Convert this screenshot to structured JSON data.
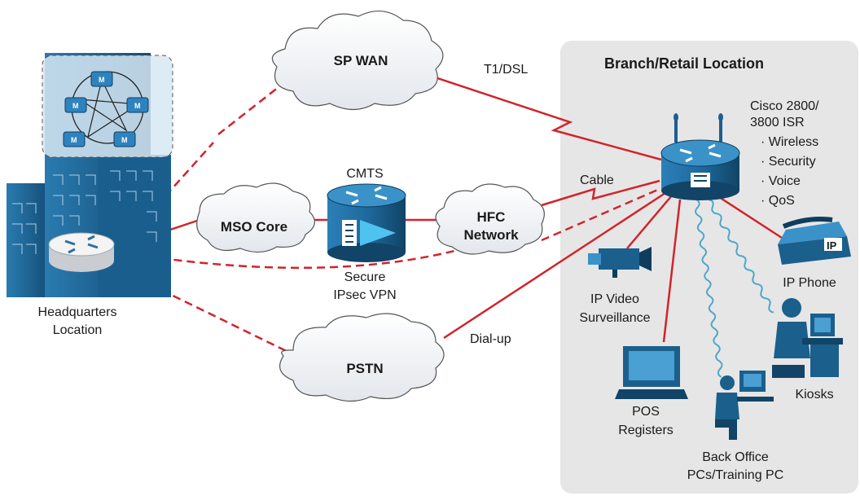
{
  "branch": {
    "title": "Branch/Retail Location",
    "router_label_line1": "Cisco 2800/",
    "router_label_line2": "3800 ISR",
    "features": [
      "·  Wireless",
      "·  Security",
      "·  Voice",
      "·  QoS"
    ]
  },
  "headquarters": {
    "line1": "Headquarters",
    "line2": "Location"
  },
  "clouds": {
    "sp_wan": "SP WAN",
    "mso_core": "MSO Core",
    "hfc_line1": "HFC",
    "hfc_line2": "Network",
    "pstn": "PSTN"
  },
  "cmts": {
    "title": "CMTS",
    "vpn_line1": "Secure",
    "vpn_line2": "IPsec VPN"
  },
  "links": {
    "t1dsl": "T1/DSL",
    "cable": "Cable",
    "dialup": "Dial-up"
  },
  "devices": {
    "ip_phone": "IP Phone",
    "ip_phone_badge": "IP",
    "camera_line1": "IP Video",
    "camera_line2": "Surveillance",
    "pos_line1": "POS",
    "pos_line2": "Registers",
    "kiosks": "Kiosks",
    "backoffice_line1": "Back Office",
    "backoffice_line2": "PCs/Training PC"
  },
  "colors": {
    "link_red": "#d2232a",
    "device_blue": "#1b5f8c",
    "branch_bg": "#e6e6e6",
    "cloud_fill": "#eef0f2"
  }
}
